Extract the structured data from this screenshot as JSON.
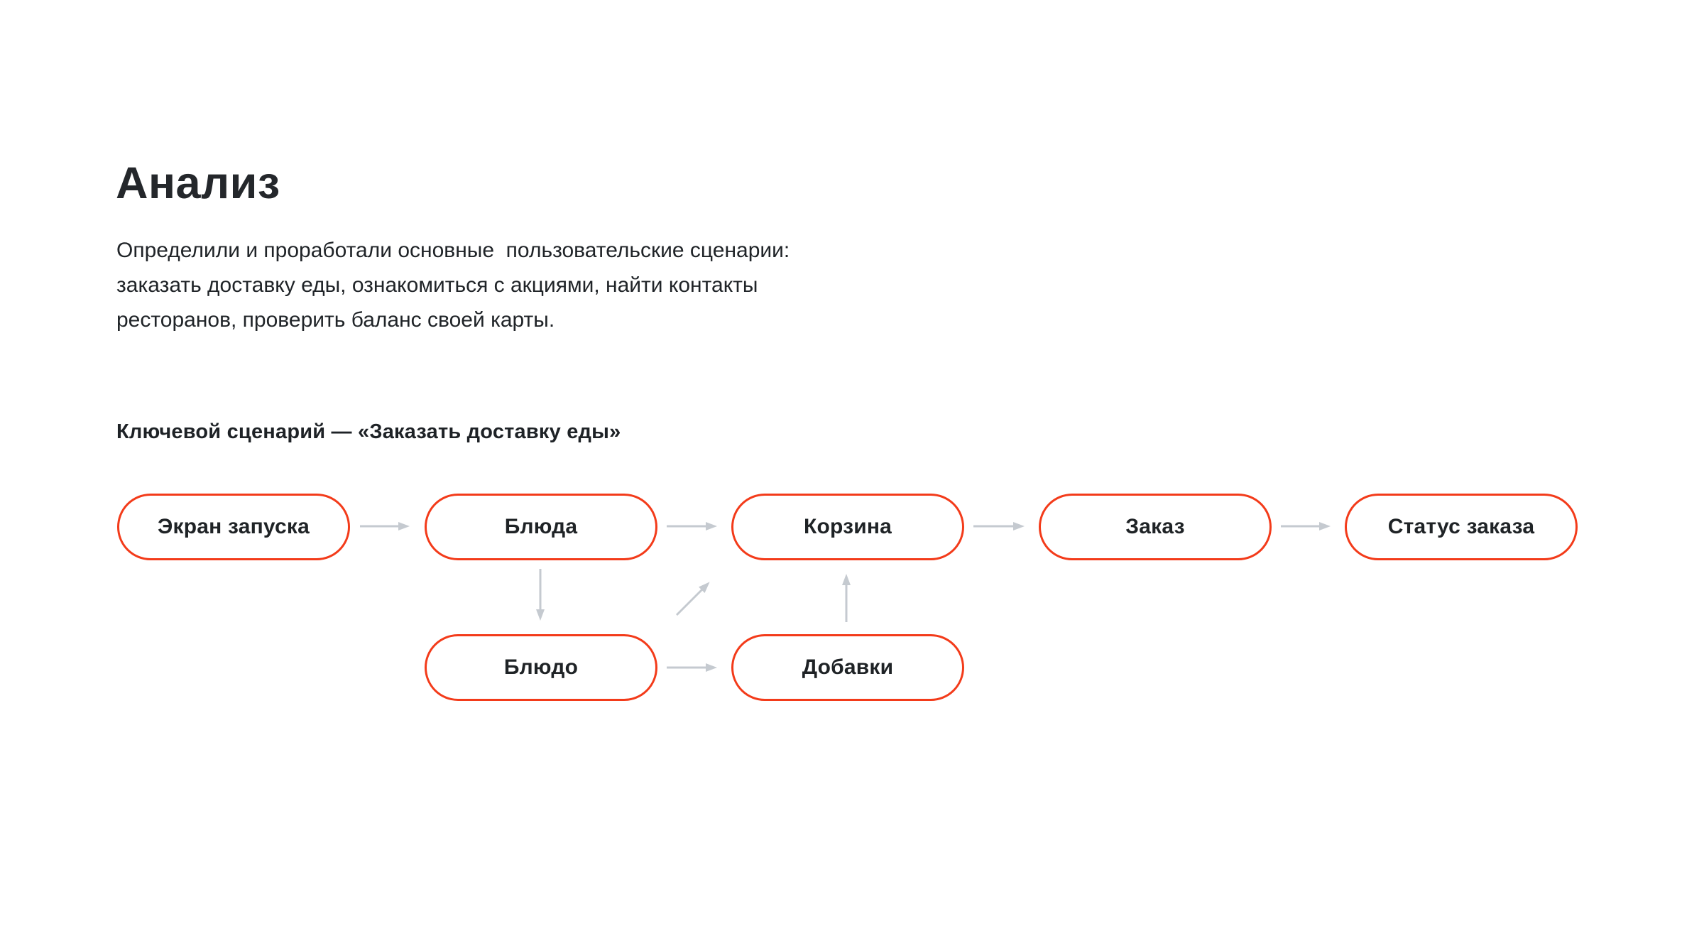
{
  "header": {
    "title": "Анализ"
  },
  "intro": {
    "lines": [
      "Определили и проработали основные  пользовательские сценарии:",
      "заказать доставку еды, ознакомиться с акциями, найти контакты",
      "ресторанов, проверить баланс своей карты."
    ]
  },
  "scenario": {
    "heading": "Ключевой сценарий — «Заказать доставку еды»"
  },
  "diagram": {
    "nodes": [
      {
        "id": "launch-screen",
        "label": "Экран запуска"
      },
      {
        "id": "dishes",
        "label": "Блюда"
      },
      {
        "id": "cart",
        "label": "Корзина"
      },
      {
        "id": "order",
        "label": "Заказ"
      },
      {
        "id": "order-status",
        "label": "Статус заказа"
      },
      {
        "id": "dish",
        "label": "Блюдо"
      },
      {
        "id": "addons",
        "label": "Добавки"
      }
    ],
    "edges": [
      {
        "from": "launch-screen",
        "to": "dishes"
      },
      {
        "from": "dishes",
        "to": "cart"
      },
      {
        "from": "cart",
        "to": "order"
      },
      {
        "from": "order",
        "to": "order-status"
      },
      {
        "from": "dishes",
        "to": "dish"
      },
      {
        "from": "dish",
        "to": "addons"
      },
      {
        "from": "addons",
        "to": "cart"
      },
      {
        "from": "dish",
        "to": "cart"
      }
    ],
    "colors": {
      "node_border": "#F33B1A",
      "arrow": "#C5CAD0",
      "node_text": "#1F2326"
    }
  }
}
